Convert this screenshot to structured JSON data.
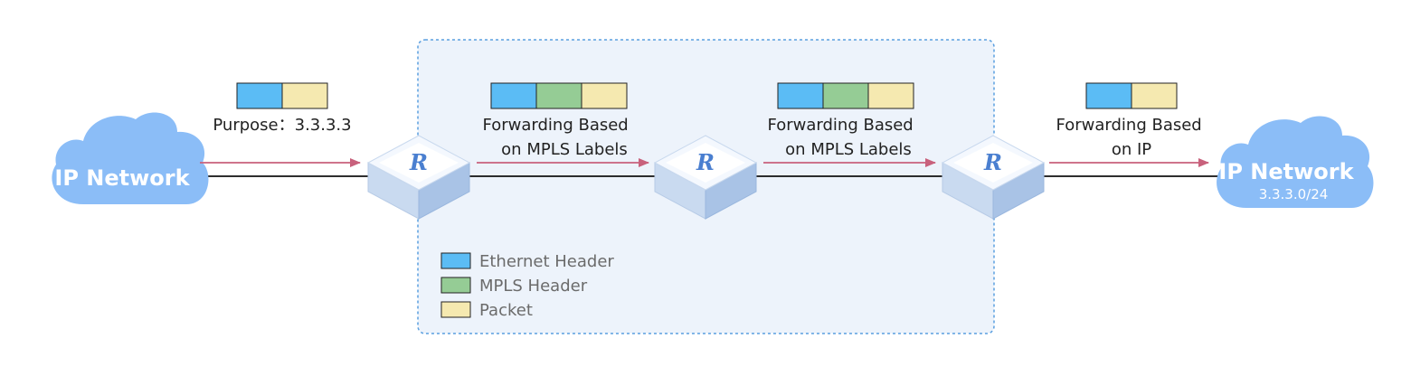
{
  "colors": {
    "ethernet": "#5bbcf5",
    "mpls": "#95cc95",
    "packet": "#f5e9b0",
    "arrow": "#c8617c",
    "cloud": "#8bbdf7",
    "domain_fill": "#edf3fb",
    "domain_border": "#5a9fe0"
  },
  "clouds": {
    "left": {
      "title": "IP Network"
    },
    "right": {
      "title": "IP Network",
      "subtitle": "3.3.3.0/24"
    }
  },
  "routers": [
    {
      "letter": "R"
    },
    {
      "letter": "R"
    },
    {
      "letter": "R"
    }
  ],
  "segments": [
    {
      "packet": [
        "ethernet",
        "packet"
      ],
      "label_lines": [
        "Purpose：3.3.3.3"
      ]
    },
    {
      "packet": [
        "ethernet",
        "mpls",
        "packet"
      ],
      "label_lines": [
        "Forwarding Based",
        "on MPLS Labels"
      ]
    },
    {
      "packet": [
        "ethernet",
        "mpls",
        "packet"
      ],
      "label_lines": [
        "Forwarding Based",
        "on MPLS Labels"
      ]
    },
    {
      "packet": [
        "ethernet",
        "packet"
      ],
      "label_lines": [
        "Forwarding Based",
        "on IP"
      ]
    }
  ],
  "legend": [
    {
      "type": "ethernet",
      "label": "Ethernet Header"
    },
    {
      "type": "mpls",
      "label": "MPLS Header"
    },
    {
      "type": "packet",
      "label": "Packet"
    }
  ]
}
